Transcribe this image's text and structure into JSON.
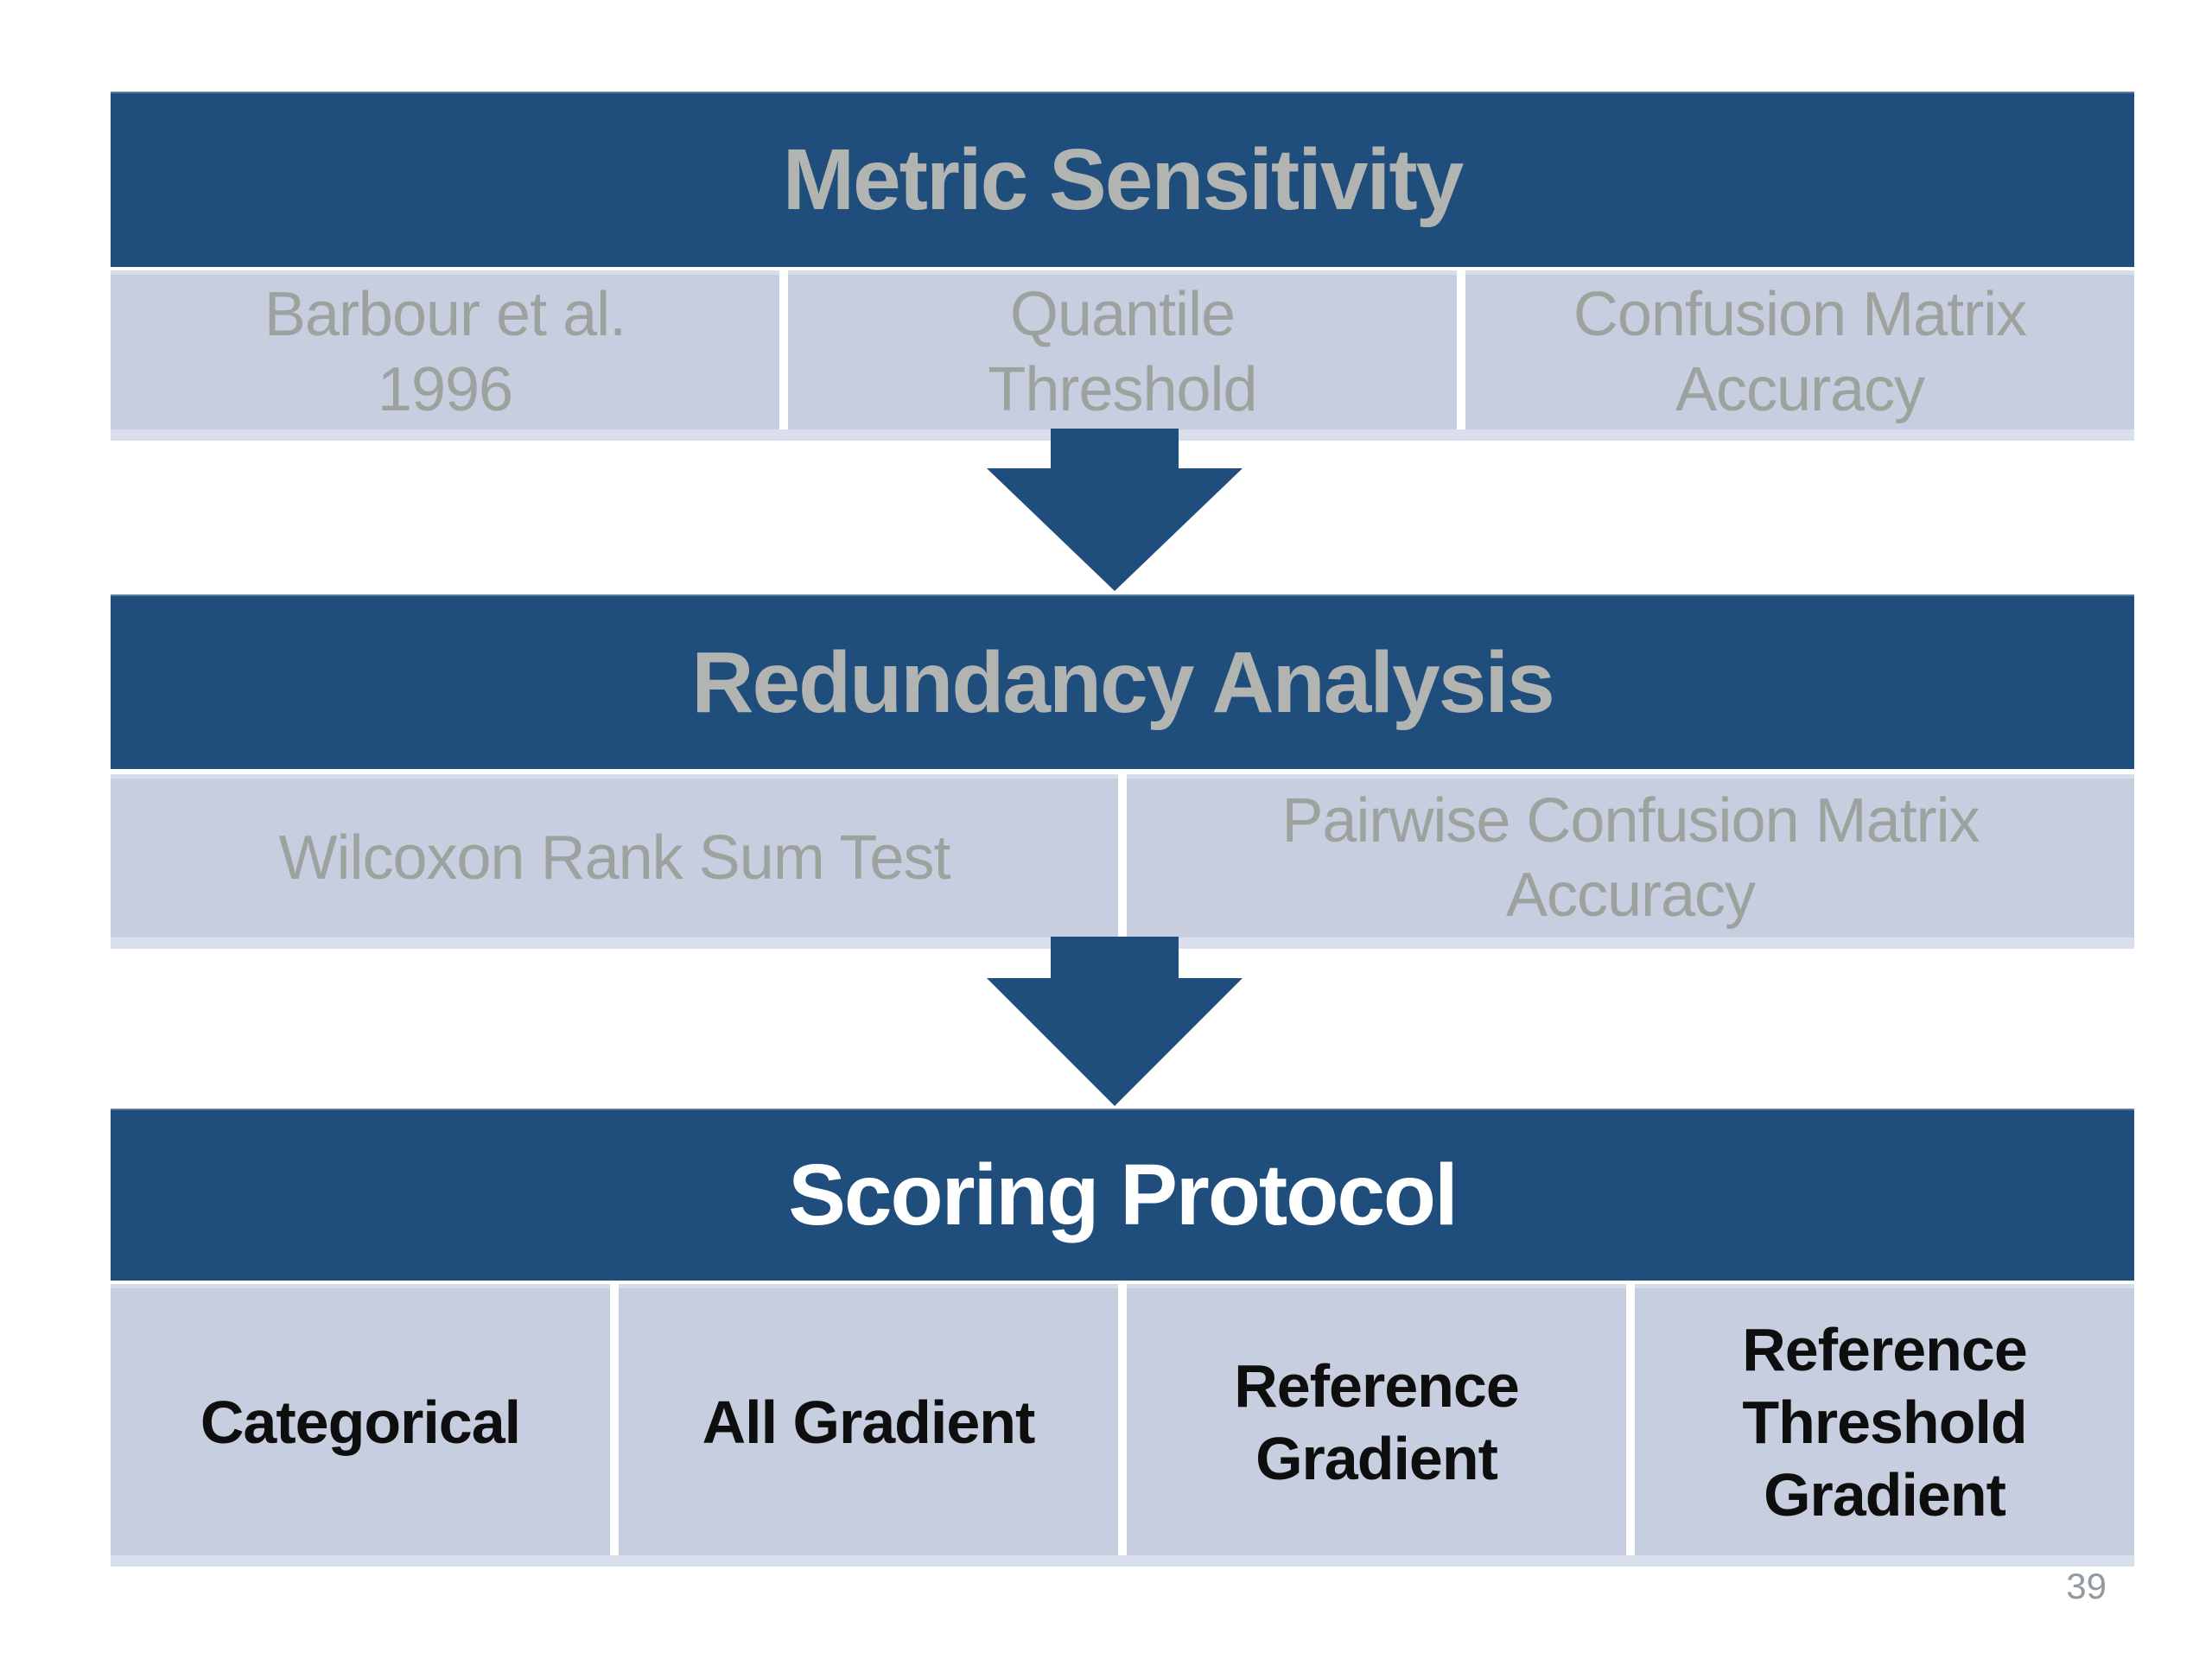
{
  "slide": {
    "page_number": "39",
    "flow": [
      {
        "title": "Metric Sensitivity",
        "header_text_style": "muted",
        "cells": [
          "Barbour et al.\n1996",
          "Quantile\nThreshold",
          "Confusion Matrix\nAccuracy"
        ]
      },
      {
        "title": "Redundancy Analysis",
        "header_text_style": "muted",
        "cells": [
          "Wilcoxon Rank Sum Test",
          "Pairwise Confusion Matrix\nAccuracy"
        ]
      },
      {
        "title": "Scoring Protocol",
        "header_text_style": "emphasis",
        "cells": [
          "Categorical",
          "All Gradient",
          "Reference\nGradient",
          "Reference\nThreshold\nGradient"
        ]
      }
    ],
    "icons": {
      "down_arrow": "down-arrow-icon"
    },
    "colors": {
      "header_bg": "#1F4E7D",
      "cell_bg": "#C6CEDF",
      "header_text_muted": "#B1B4B0",
      "header_text_emphasis": "#FFFFFF",
      "cell_text_muted": "#9EA29F",
      "cell_text_emphasis": "#0E0E0E",
      "arrow": "#1F4E7D",
      "page_number_text": "#939A9F",
      "background": "#FFFFFF"
    }
  }
}
